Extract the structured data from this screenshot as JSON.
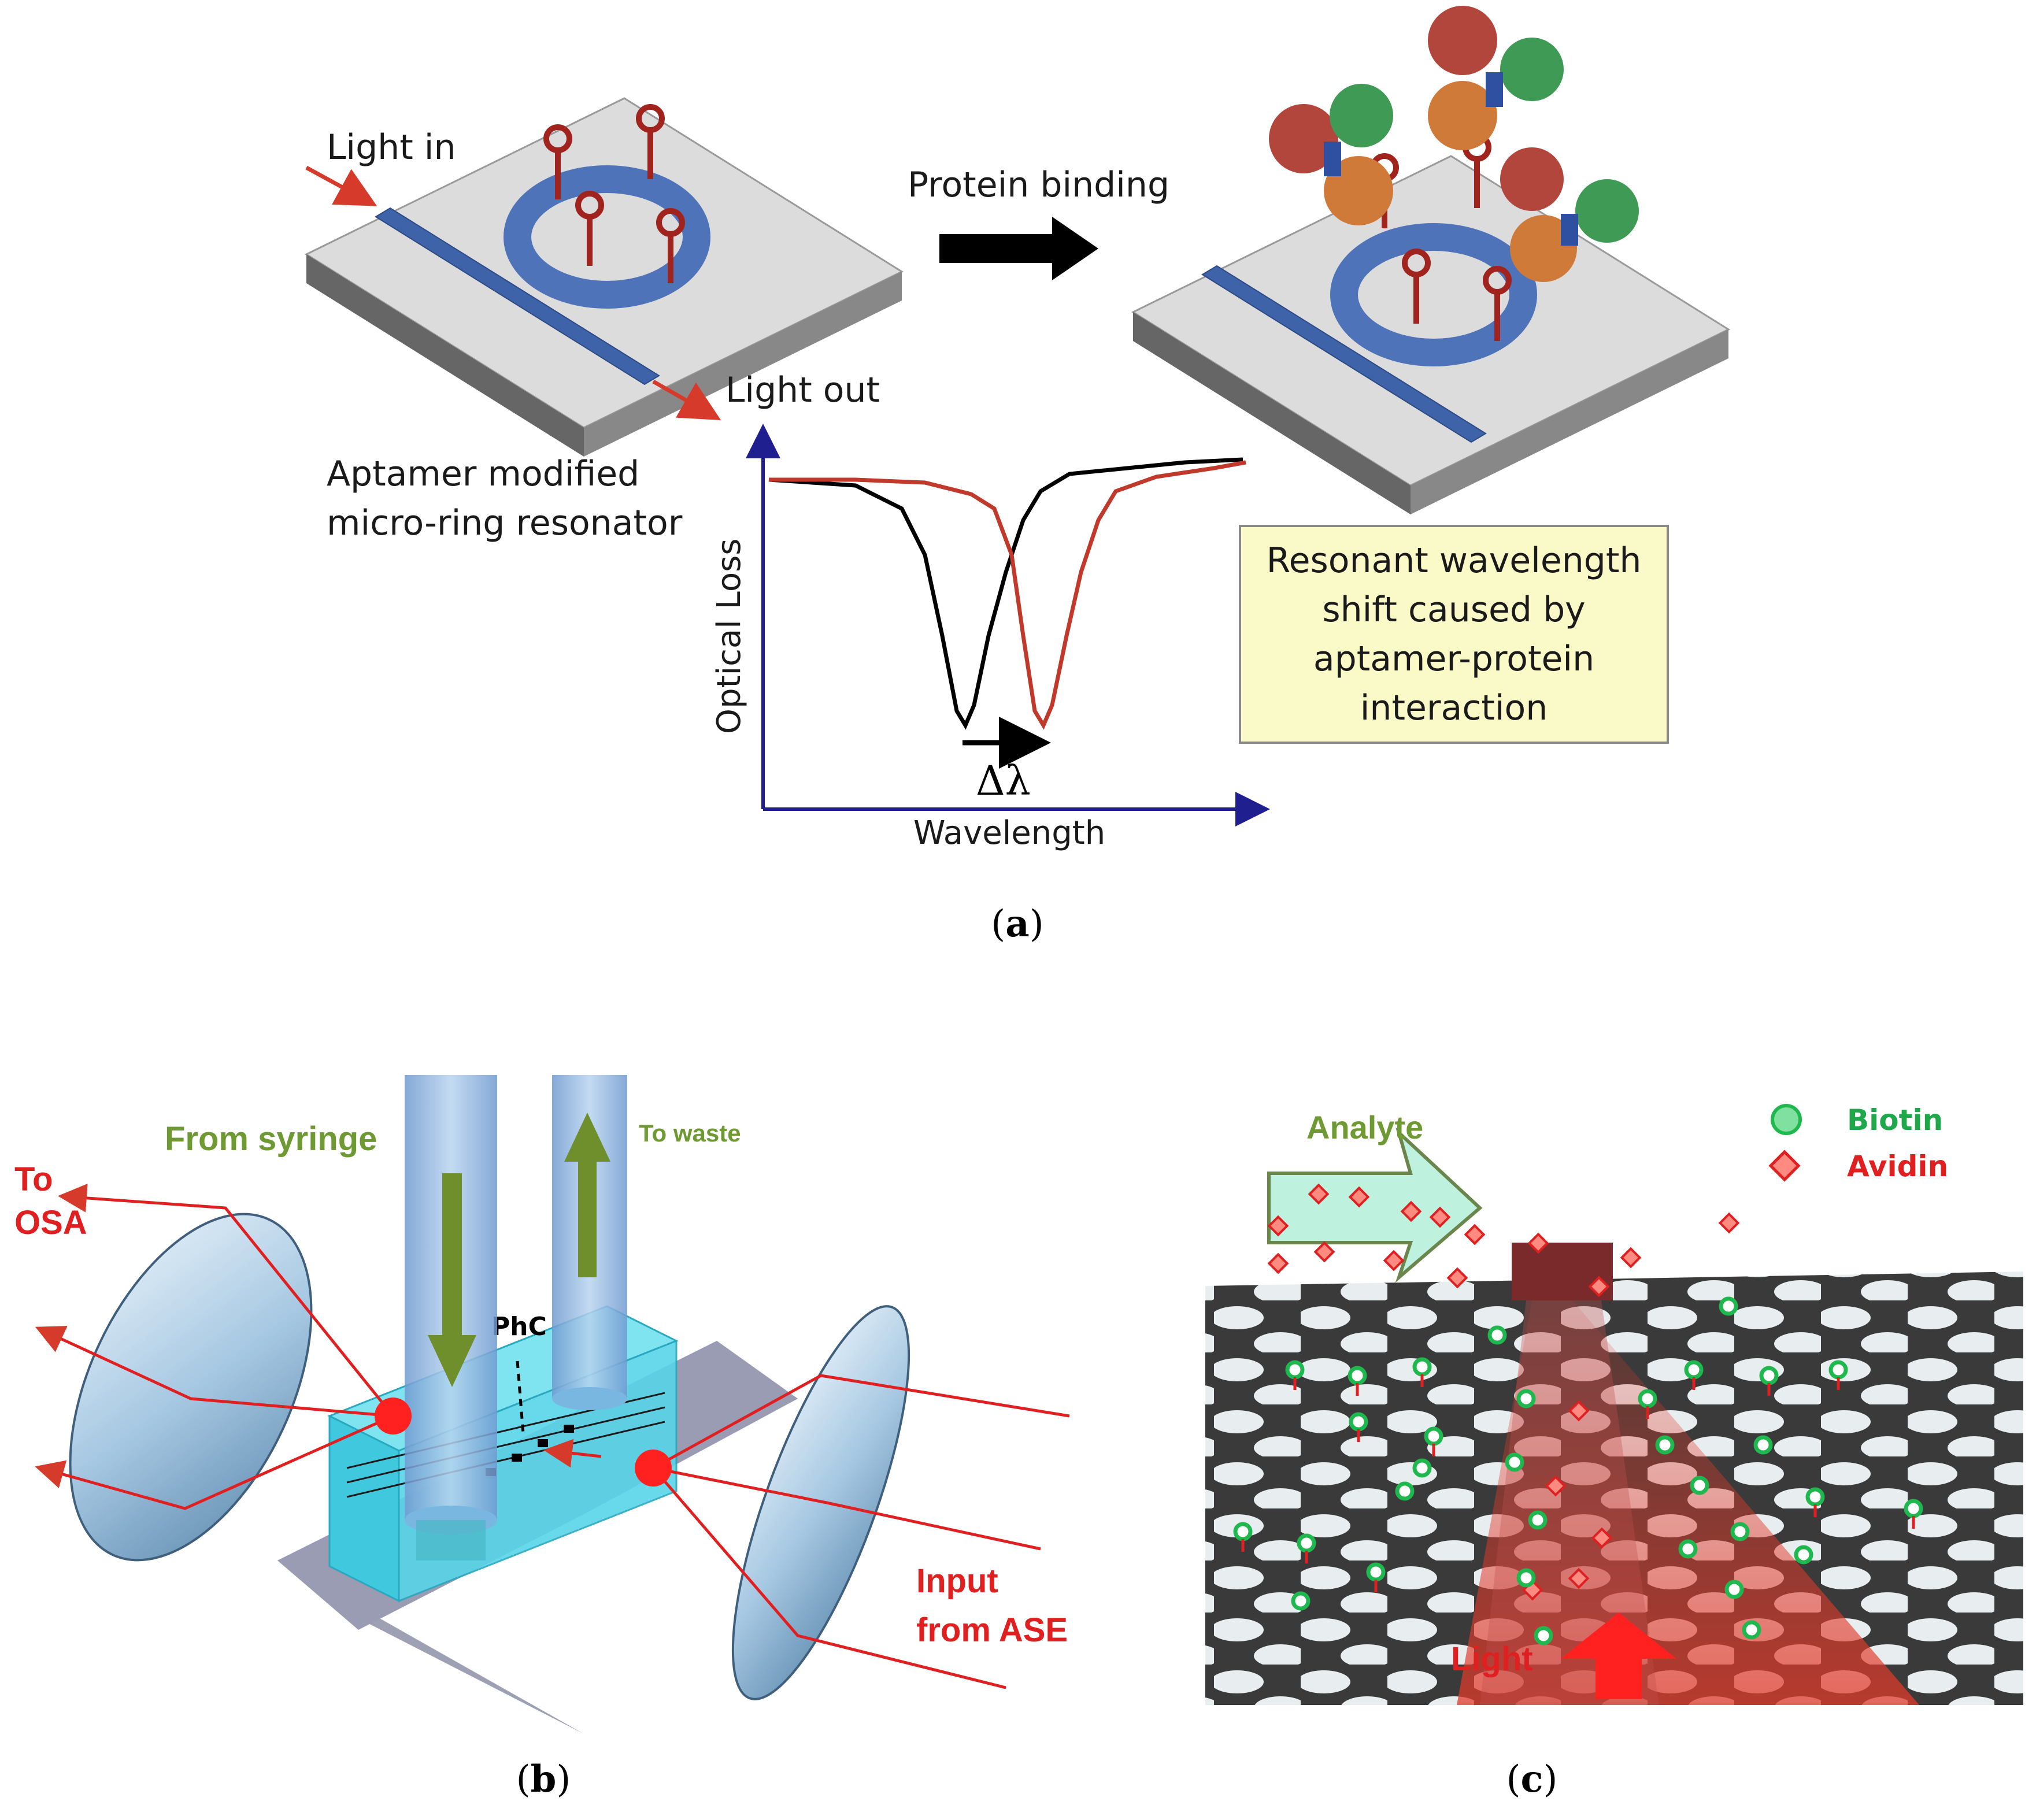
{
  "panel_a": {
    "light_in": "Light in",
    "light_out": "Light out",
    "protein_binding": "Protein binding",
    "device_label_line1": "Aptamer modified",
    "device_label_line2": "micro-ring resonator",
    "y_axis": "Optical Loss",
    "x_axis": "Wavelength",
    "shift_symbol": "Δλ",
    "note_lines": [
      "Resonant wavelength",
      "shift caused by",
      "aptamer-protein",
      "interaction"
    ],
    "caption": "a"
  },
  "panel_b": {
    "from_syringe": "From syringe",
    "to_waste": "To waste",
    "to_osa_line1": "To",
    "to_osa_line2": "OSA",
    "phc": "PhC",
    "input_line1": "Input",
    "input_line2": "from ASE",
    "caption": "b"
  },
  "panel_c": {
    "analyte": "Analyte",
    "biotin": "Biotin",
    "avidin": "Avidin",
    "light": "Light",
    "caption": "c"
  },
  "colors": {
    "waveguide": "#3f63a8",
    "aptamer": "#a0231d",
    "curve_before": "#000000",
    "curve_after": "#c0392b",
    "axis": "#1f1f8f",
    "note_bg": "#fafac8",
    "label_red": "#e02020",
    "label_green": "#6f9a33",
    "biotin": "#2ecc71",
    "avidin": "#e74c3c"
  }
}
